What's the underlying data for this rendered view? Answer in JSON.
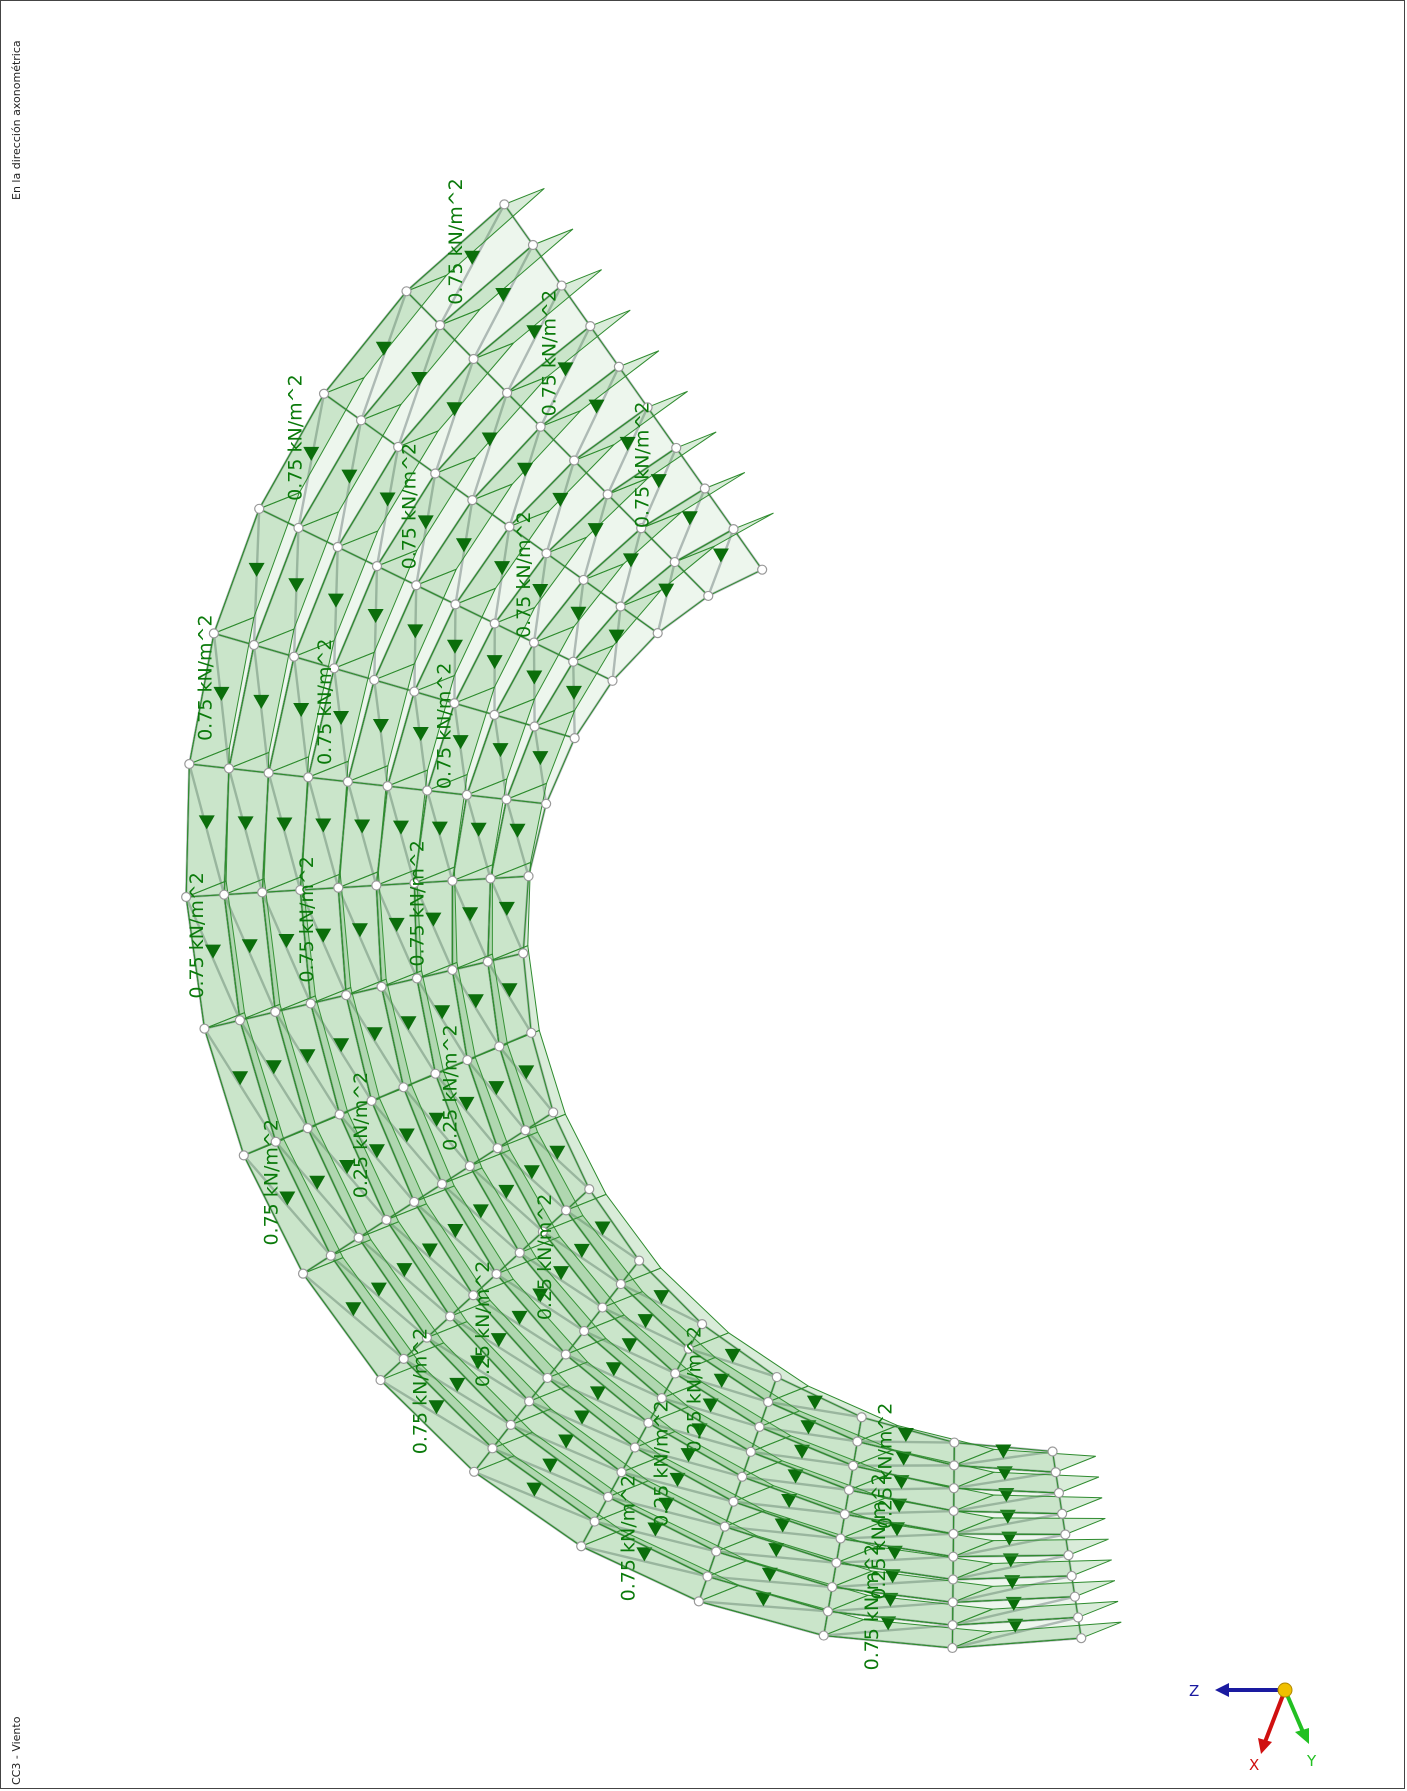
{
  "header": {
    "view_label": "En la dirección axonométrica"
  },
  "footer": {
    "case_label": "CC3 - Viento"
  },
  "loads": {
    "high": "0.75 kN/m^2",
    "low": "0.25 kN/m^2"
  },
  "axes": {
    "z": "Z",
    "x": "X",
    "y": "Y",
    "z_color": "#1a1aa0",
    "x_color": "#d01010",
    "y_color": "#22c022"
  },
  "colors": {
    "load_green": "#0a7a0a",
    "member_grey": "#b9bdc1"
  }
}
